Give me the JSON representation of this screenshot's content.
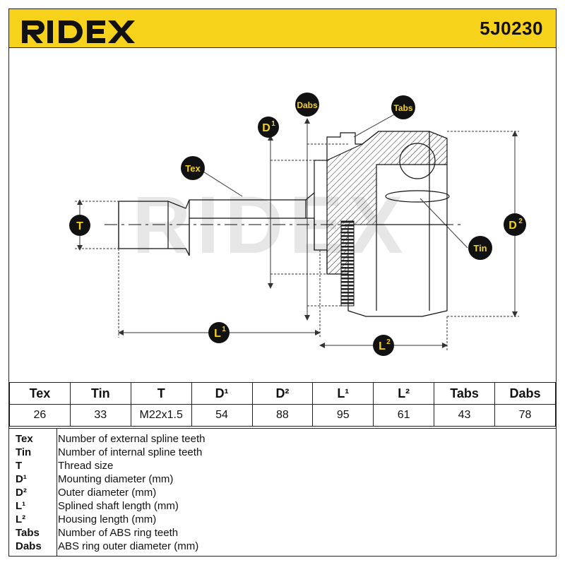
{
  "header": {
    "brand": "RIDEX",
    "part_number": "5J0230",
    "brand_color": "#f6d21a"
  },
  "drawing": {
    "watermark": "RIDEX",
    "callouts": {
      "tex": "Tex",
      "tin": "Tin",
      "t": "T",
      "d1_base": "D",
      "d1_sup": "1",
      "d2_base": "D",
      "d2_sup": "2",
      "l1_base": "L",
      "l1_sup": "1",
      "l2_base": "L",
      "l2_sup": "2",
      "tabs": "Tabs",
      "dabs": "Dabs"
    }
  },
  "spec_table": {
    "headers": [
      "Tex",
      "Tin",
      "T",
      "D¹",
      "D²",
      "L¹",
      "L²",
      "Tabs",
      "Dabs"
    ],
    "values": [
      "26",
      "33",
      "M22x1.5",
      "54",
      "88",
      "95",
      "61",
      "43",
      "78"
    ]
  },
  "legend": [
    {
      "key": "Tex",
      "desc": "Number of external spline teeth"
    },
    {
      "key": "Tin",
      "desc": "Number of internal spline teeth"
    },
    {
      "key": "T",
      "desc": "Thread size"
    },
    {
      "key": "D¹",
      "desc": "Mounting diameter (mm)"
    },
    {
      "key": "D²",
      "desc": "Outer diameter (mm)"
    },
    {
      "key": "L¹",
      "desc": "Splined shaft length (mm)"
    },
    {
      "key": "L²",
      "desc": "Housing length (mm)"
    },
    {
      "key": "Tabs",
      "desc": "Number of ABS ring teeth"
    },
    {
      "key": "Dabs",
      "desc": "ABS ring outer diameter (mm)"
    }
  ]
}
